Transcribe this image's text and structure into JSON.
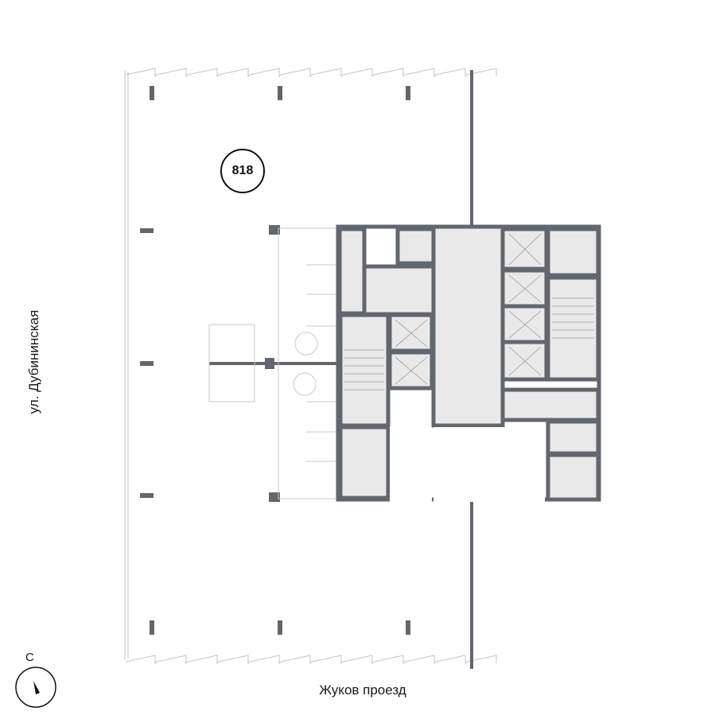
{
  "unit": {
    "number": "818"
  },
  "streets": {
    "left": "ул. Дубининская",
    "bottom": "Жуков проезд"
  },
  "compass": {
    "north_label": "С"
  },
  "colors": {
    "wall": "#62666f",
    "room_fill": "#e9e9ea",
    "thin_line": "#c4c4c4"
  }
}
